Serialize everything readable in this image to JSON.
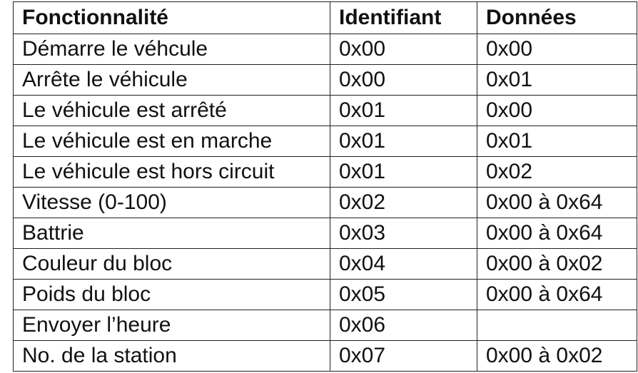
{
  "table": {
    "headers": [
      "Fonctionnalité",
      "Identifiant",
      "Données"
    ],
    "rows": [
      [
        "Démarre le véhcule",
        "0x00",
        "0x00"
      ],
      [
        "Arrête le véhicule",
        "0x00",
        "0x01"
      ],
      [
        "Le véhicule est arrêté",
        "0x01",
        "0x00"
      ],
      [
        "Le véhicule est en marche",
        "0x01",
        "0x01"
      ],
      [
        "Le véhicule est hors circuit",
        "0x01",
        "0x02"
      ],
      [
        "Vitesse (0-100)",
        "0x02",
        "0x00 à 0x64"
      ],
      [
        "Battrie",
        "0x03",
        "0x00 à 0x64"
      ],
      [
        "Couleur du bloc",
        "0x04",
        "0x00 à 0x02"
      ],
      [
        "Poids du bloc",
        "0x05",
        "0x00 à 0x64"
      ],
      [
        "Envoyer l’heure",
        "0x06",
        ""
      ],
      [
        "No. de la station",
        "0x07",
        "0x00 à 0x02"
      ]
    ]
  }
}
